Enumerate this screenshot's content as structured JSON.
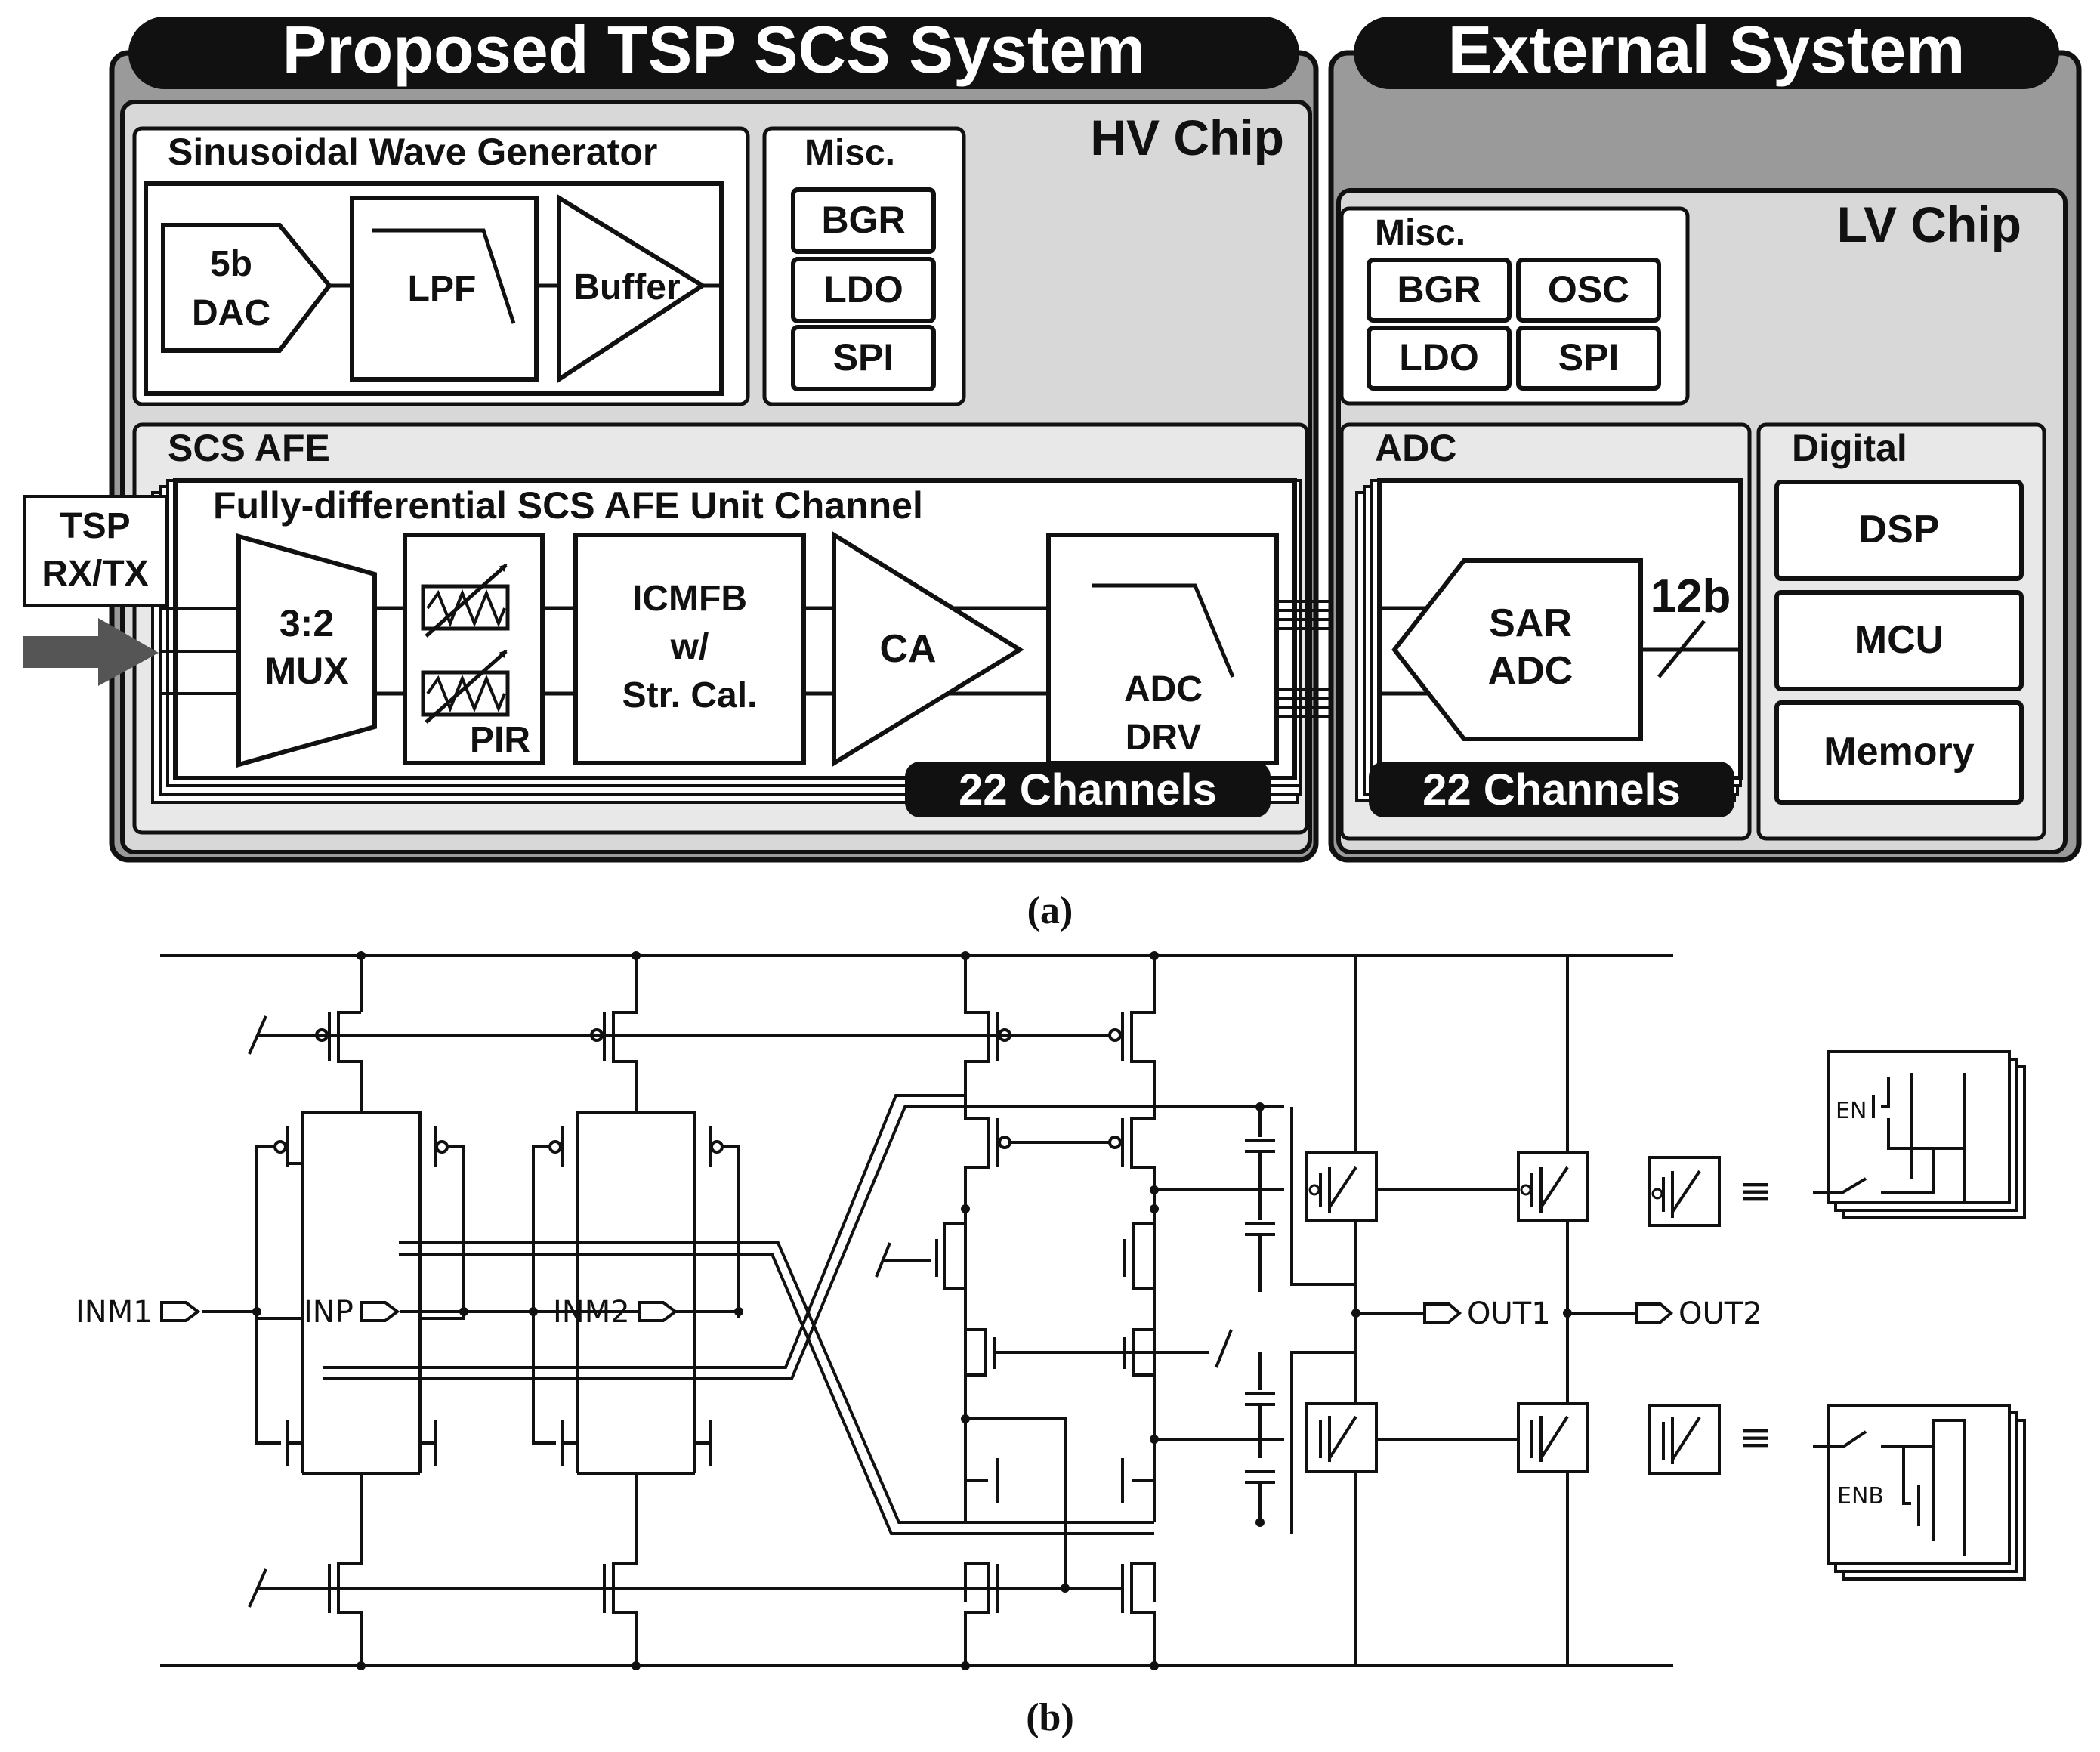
{
  "figure_a": {
    "left_header": "Proposed TSP SCS System",
    "right_header": "External System",
    "hv_chip": "HV Chip",
    "lv_chip": "LV Chip",
    "sine_gen": {
      "title": "Sinusoidal Wave Generator",
      "dac_line1": "5b",
      "dac_line2": "DAC",
      "lpf": "LPF",
      "buffer": "Buffer"
    },
    "misc_hv": {
      "title": "Misc.",
      "items": [
        "BGR",
        "LDO",
        "SPI"
      ]
    },
    "misc_lv": {
      "title": "Misc.",
      "items": [
        "BGR",
        "OSC",
        "LDO",
        "SPI"
      ]
    },
    "scs_afe": {
      "title": "SCS AFE",
      "unit_title": "Fully-differential SCS AFE Unit Channel",
      "mux_line1": "3:2",
      "mux_line2": "MUX",
      "pir": "PIR",
      "icmfb_line1": "ICMFB",
      "icmfb_line2": "w/",
      "icmfb_line3": "Str. Cal.",
      "ca": "CA",
      "adcdrv_line1": "ADC",
      "adcdrv_line2": "DRV",
      "channels": "22 Channels"
    },
    "tsp_line1": "TSP",
    "tsp_line2": "RX/TX",
    "adc": {
      "title": "ADC",
      "sar_line1": "SAR",
      "sar_line2": "ADC",
      "bits": "12b",
      "channels": "22 Channels"
    },
    "digital": {
      "title": "Digital",
      "items": [
        "DSP",
        "MCU",
        "Memory"
      ]
    },
    "caption": "(a)"
  },
  "figure_b": {
    "inputs": [
      "INM1",
      "INP",
      "INM2"
    ],
    "outputs": [
      "OUT1",
      "OUT2"
    ],
    "en": "EN",
    "enb": "ENB",
    "equiv": "≡",
    "caption": "(b)"
  }
}
